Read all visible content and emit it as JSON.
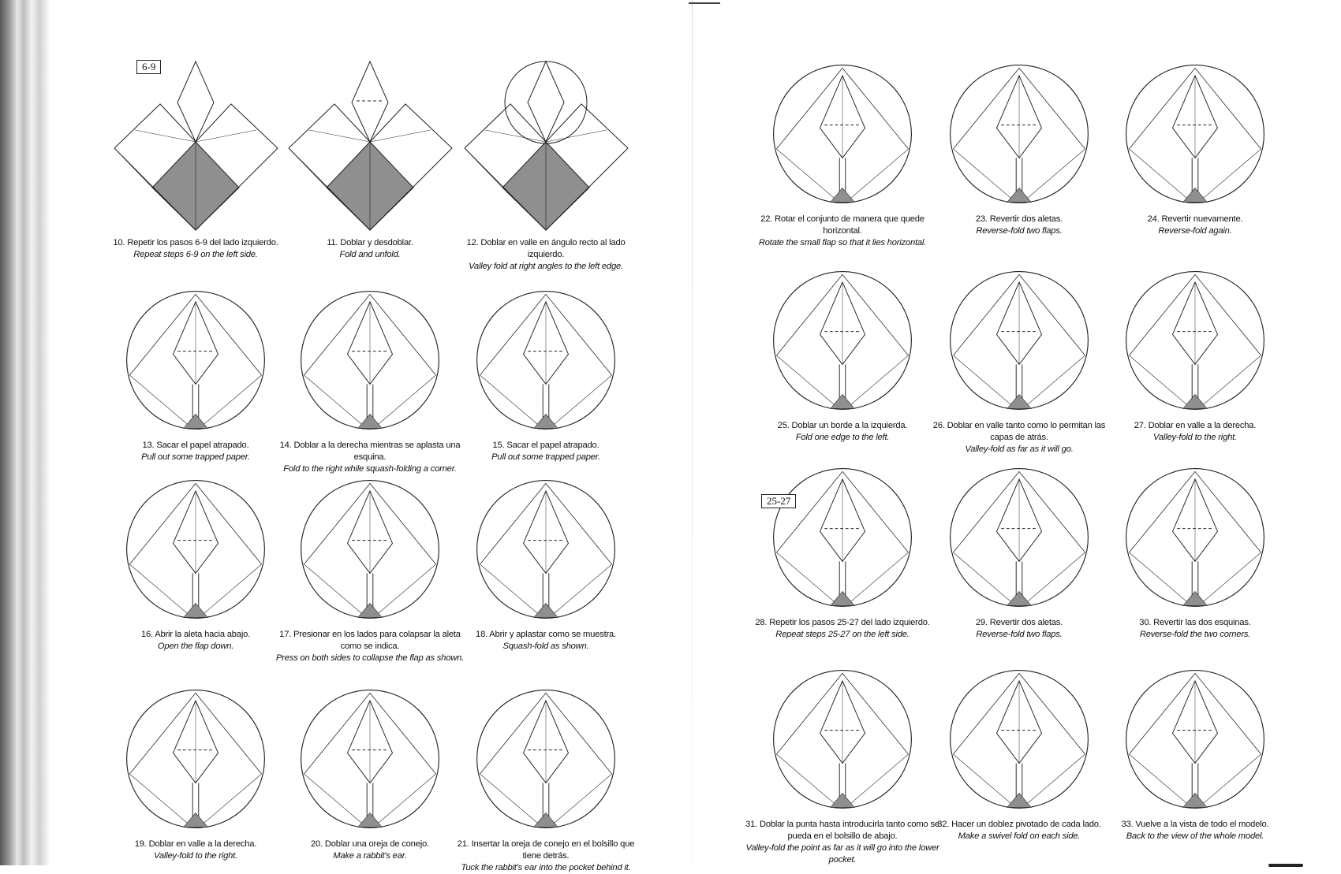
{
  "left_page": {
    "steps": [
      {
        "num": "10",
        "es": "10. Repetir los pasos 6-9 del lado izquierdo.",
        "en": "Repeat steps 6-9 on the left side.",
        "ref": "6-9"
      },
      {
        "num": "11",
        "es": "11. Doblar y desdoblar.",
        "en": "Fold and unfold."
      },
      {
        "num": "12",
        "es": "12. Doblar en valle en ángulo recto al lado izquierdo.",
        "en": "Valley fold at right angles to the left edge."
      },
      {
        "num": "13",
        "es": "13. Sacar el papel atrapado.",
        "en": "Pull out some trapped paper."
      },
      {
        "num": "14",
        "es": "14. Doblar a la derecha mientras se aplasta una esquina.",
        "en": "Fold to the right while squash-folding a corner."
      },
      {
        "num": "15",
        "es": "15. Sacar el papel atrapado.",
        "en": "Pull out some trapped paper."
      },
      {
        "num": "16",
        "es": "16. Abrir la aleta hacia abajo.",
        "en": "Open the flap down."
      },
      {
        "num": "17",
        "es": "17. Presionar en los lados para colapsar la aleta como se indica.",
        "en": "Press on both sides to collapse the flap as shown."
      },
      {
        "num": "18",
        "es": "18. Abrir y aplastar como se muestra.",
        "en": "Squash-fold as shown."
      },
      {
        "num": "19",
        "es": "19. Doblar en valle a la derecha.",
        "en": "Valley-fold to the right."
      },
      {
        "num": "20",
        "es": "20. Doblar una oreja de conejo.",
        "en": "Make a rabbit's ear."
      },
      {
        "num": "21",
        "es": "21. Insertar la oreja de conejo en el bolsillo que tiene detrás.",
        "en": "Tuck the rabbit's ear into the pocket behind it."
      }
    ]
  },
  "right_page": {
    "steps": [
      {
        "num": "22",
        "es": "22. Rotar el conjunto de manera que quede horizontal.",
        "en": "Rotate the small flap so that it lies horizontal."
      },
      {
        "num": "23",
        "es": "23. Revertir dos aletas.",
        "en": "Reverse-fold two flaps."
      },
      {
        "num": "24",
        "es": "24. Revertir nuevamente.",
        "en": "Reverse-fold again."
      },
      {
        "num": "25",
        "es": "25. Doblar un borde a la izquierda.",
        "en": "Fold one edge to the left."
      },
      {
        "num": "26",
        "es": "26. Doblar en valle tanto como lo permitan las capas de atrás.",
        "en": "Valley-fold as far as it will go."
      },
      {
        "num": "27",
        "es": "27. Doblar en valle a la derecha.",
        "en": "Valley-fold to the right."
      },
      {
        "num": "28",
        "es": "28. Repetir los pasos 25-27 del lado izquierdo.",
        "en": "Repeat steps 25-27 on the left side.",
        "ref": "25-27"
      },
      {
        "num": "29",
        "es": "29. Revertir dos aletas.",
        "en": "Reverse-fold two flaps."
      },
      {
        "num": "30",
        "es": "30. Revertir las dos esquinas.",
        "en": "Reverse-fold the two corners."
      },
      {
        "num": "31",
        "es": "31. Doblar la punta hasta introducirla tanto como se pueda en el bolsillo de abajo.",
        "en": "Valley-fold the point as far as it will go into the lower pocket."
      },
      {
        "num": "32",
        "es": "32. Hacer un doblez pivotado de cada lado.",
        "en": "Make a swivel fold on each side."
      },
      {
        "num": "33",
        "es": "33. Vuelve a la vista de todo el modelo.",
        "en": "Back to the view of the whole model."
      }
    ]
  },
  "colors": {
    "shade": "#8f8f8f",
    "line": "#222222"
  }
}
